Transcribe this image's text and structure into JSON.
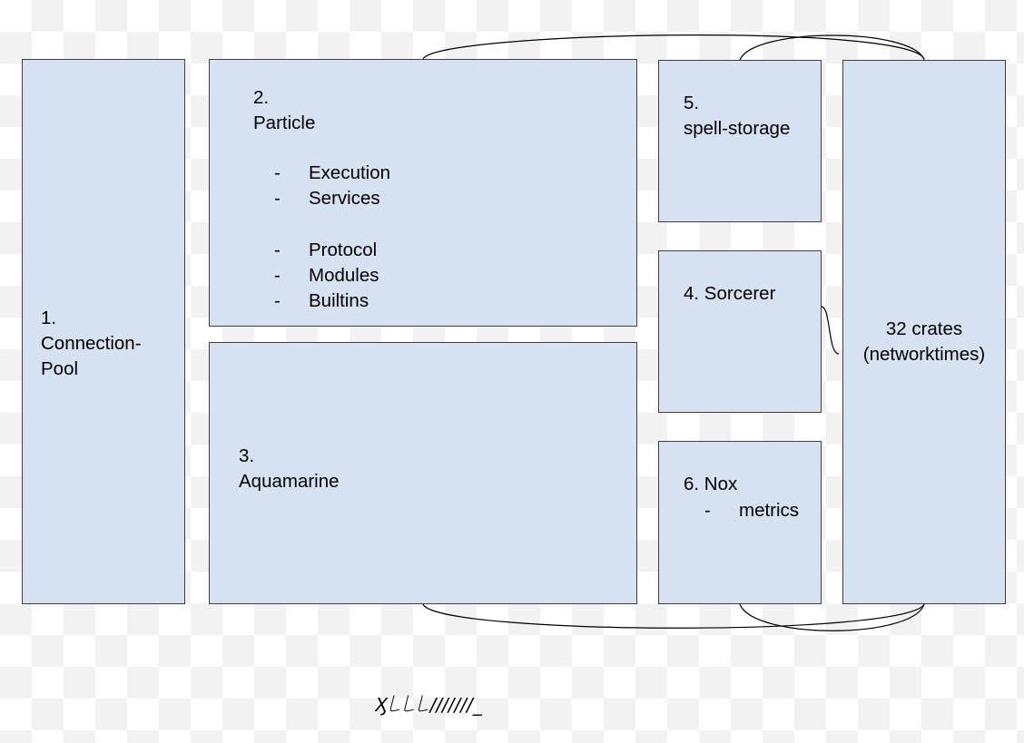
{
  "diagram": {
    "box_fill": "#d6e2f1",
    "box_border": "#3f3f3f",
    "nodes": {
      "connection_pool": {
        "number": "1.",
        "title_line1": "Connection-",
        "title_line2": "Pool"
      },
      "particle": {
        "number": "2.",
        "title": "Particle",
        "items": [
          "Execution",
          "Services",
          "Protocol",
          "Modules",
          "Builtins"
        ],
        "bullet": "-"
      },
      "aquamarine": {
        "number": "3.",
        "title": "Aquamarine"
      },
      "sorcerer": {
        "title": "4. Sorcerer"
      },
      "spell_storage": {
        "number": "5.",
        "title": "spell-storage"
      },
      "nox": {
        "title": "6. Nox",
        "items": [
          "metrics"
        ],
        "bullet": "-"
      },
      "crates": {
        "line1": "32 crates",
        "line2": "(networktimes)"
      }
    },
    "footer_mark": "Ӽ꒒꒒꒒///////_"
  }
}
